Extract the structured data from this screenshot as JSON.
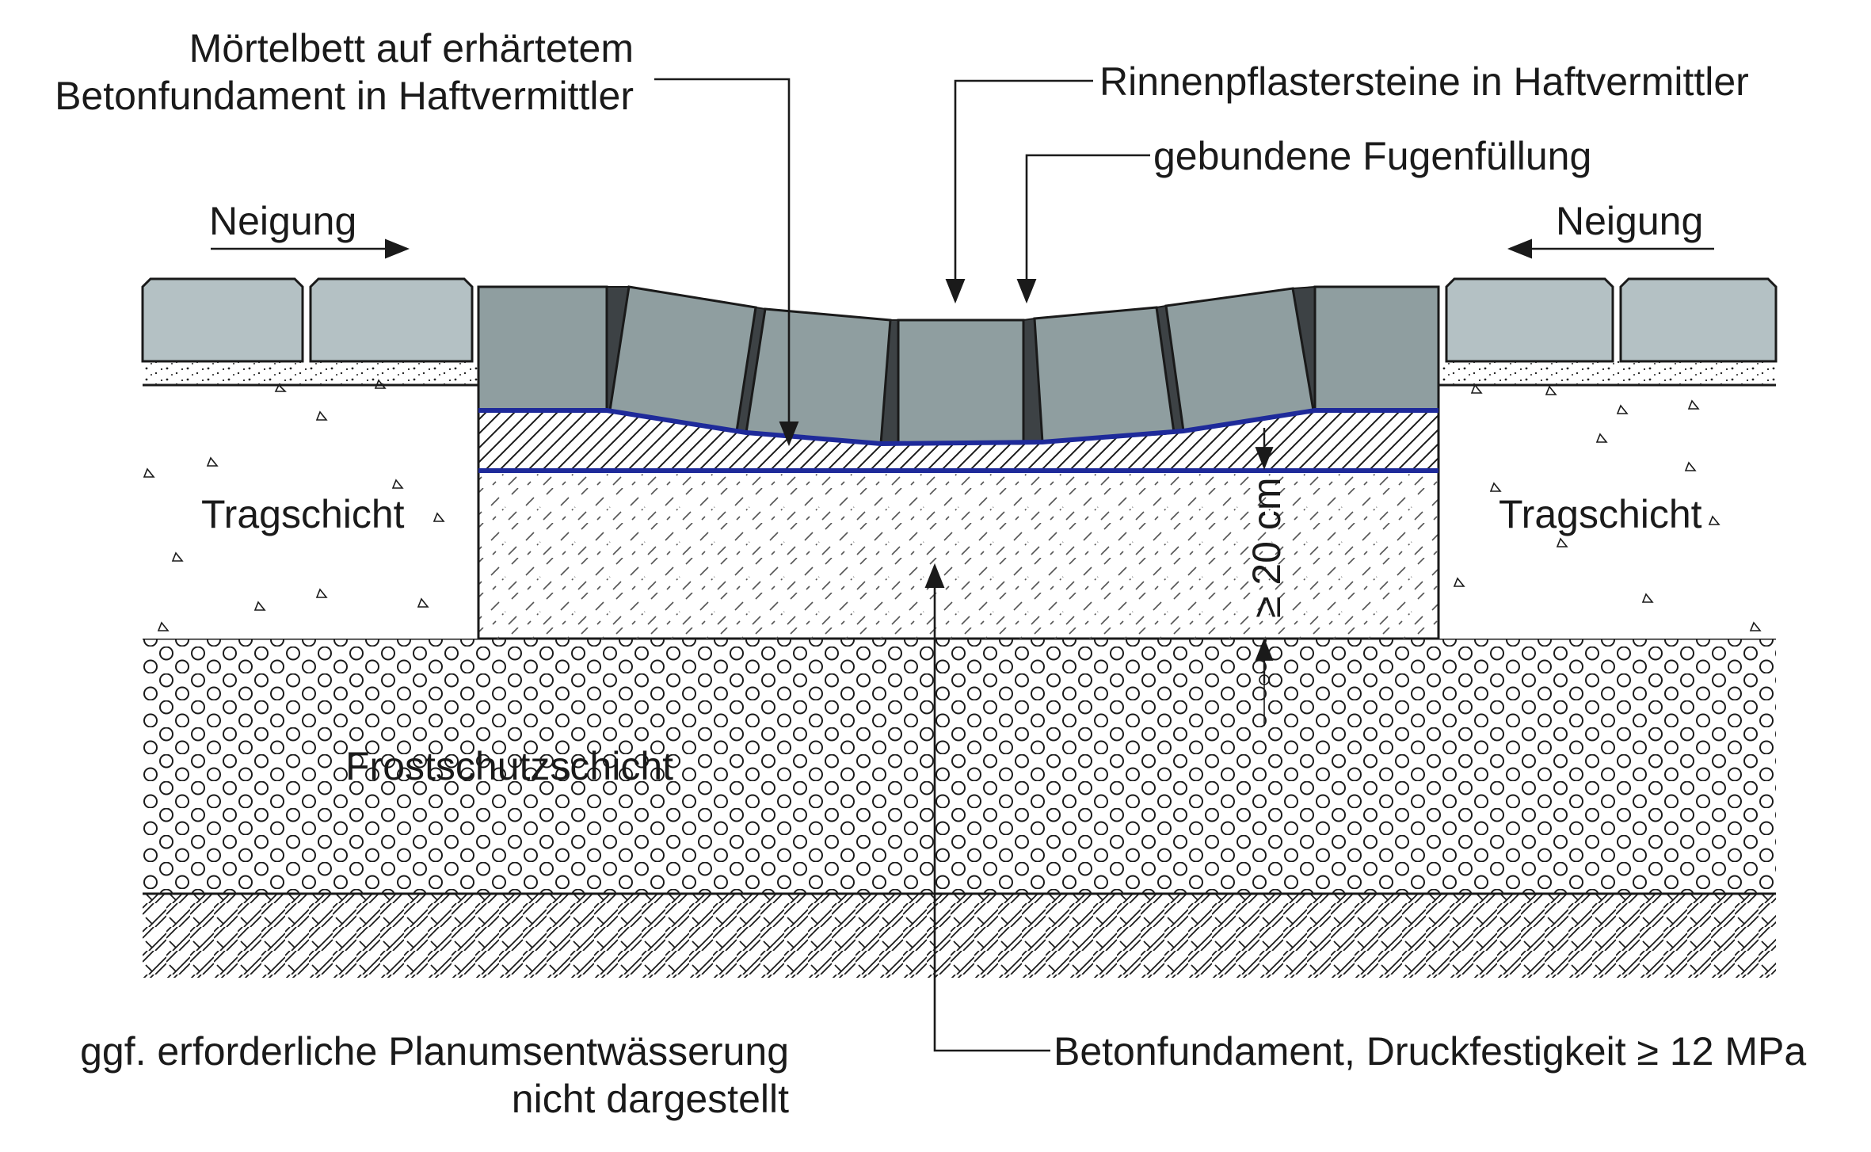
{
  "labels": {
    "moertelbett_line1": "Mörtelbett auf erhärtetem",
    "moertelbett_line2": "Betonfundament in Haftvermittler",
    "rinnenpflaster": "Rinnenpflastersteine in Haftvermittler",
    "fugenfuellung": "gebundene Fugenfüllung",
    "neigung_left": "Neigung",
    "neigung_right": "Neigung",
    "tragschicht_left": "Tragschicht",
    "tragschicht_right": "Tragschicht",
    "dimension": "≥ 20 cm",
    "frostschutz": "Frostschutzschicht",
    "betonfundament": "Betonfundament, Druckfestigkeit ≥ 12 MPa",
    "note_line1": "ggf. erforderliche Planumsentwässerung",
    "note_line2": "nicht dargestellt"
  },
  "colors": {
    "stone_dark": "#8f9ea0",
    "stone_light": "#b4c1c4",
    "joint": "#3d4245",
    "haftvermittler": "#1e2a9a",
    "line": "#1a1a1a"
  }
}
